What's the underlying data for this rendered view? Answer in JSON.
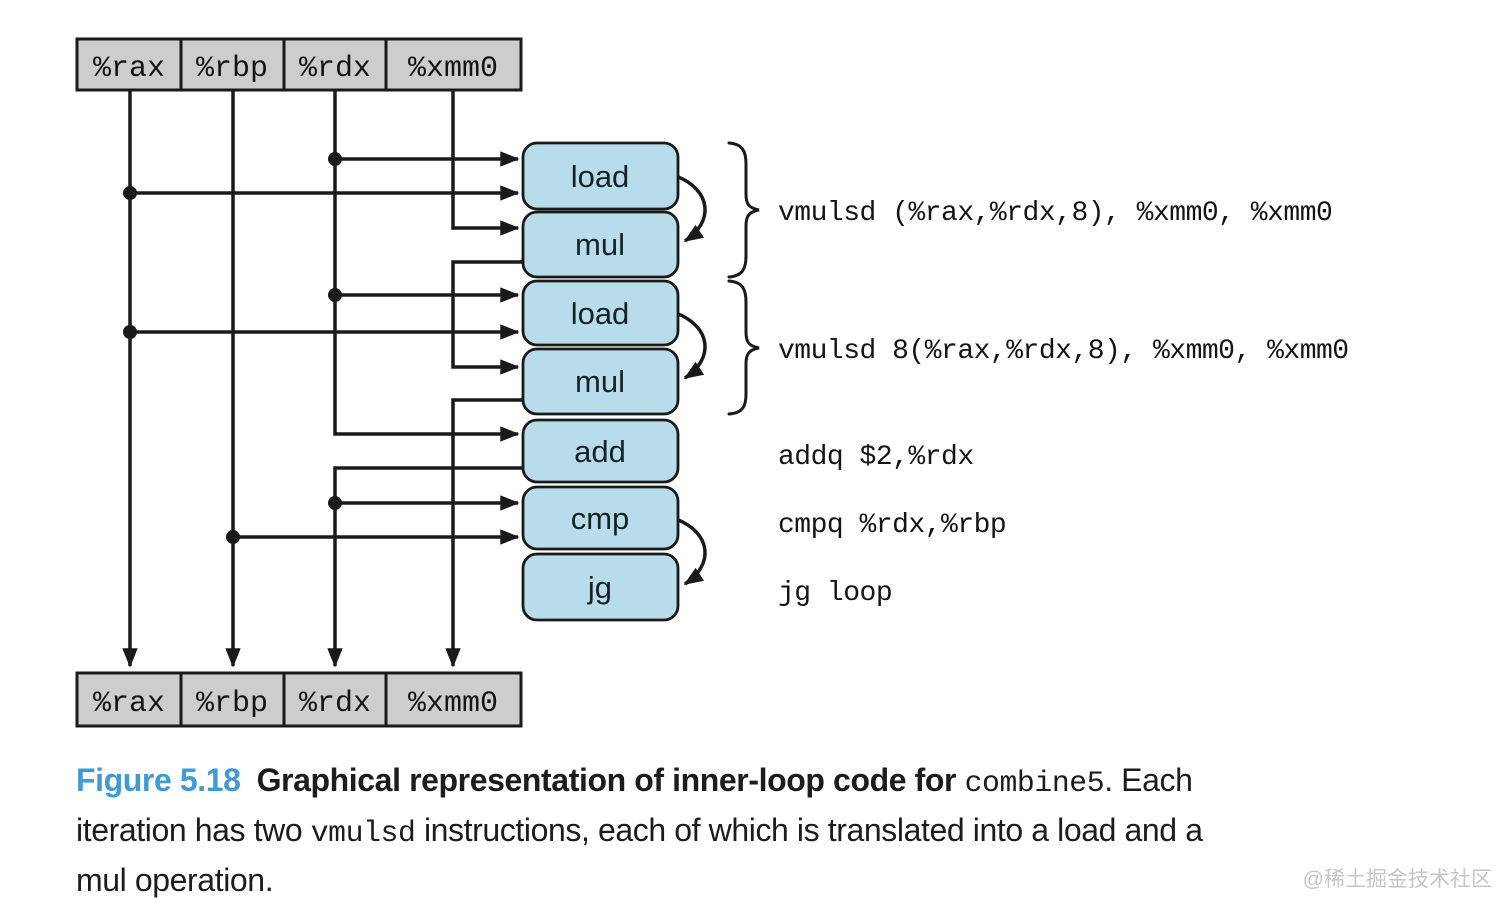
{
  "figure": {
    "registers_top": [
      "%rax",
      "%rbp",
      "%rdx",
      "%xmm0"
    ],
    "registers_bottom": [
      "%rax",
      "%rbp",
      "%rdx",
      "%xmm0"
    ],
    "operations": [
      "load",
      "mul",
      "load",
      "mul",
      "add",
      "cmp",
      "jg"
    ],
    "instructions": [
      "vmulsd (%rax,%rdx,8), %xmm0, %xmm0",
      "vmulsd 8(%rax,%rdx,8), %xmm0, %xmm0",
      "addq $2,%rdx",
      "cmpq %rdx,%rbp",
      "jg loop"
    ],
    "colors": {
      "op_fill": "#b9dcea",
      "register_fill": "#cdcdcd",
      "line": "#1a1a1a",
      "accent_blue": "#3e9bd5"
    }
  },
  "caption": {
    "figure_label": "Figure 5.18",
    "title": "Graphical representation of inner-loop code for",
    "title_code": "combine5",
    "title_tail": ". Each",
    "line2_a": "iteration has two",
    "line2_code": "vmulsd",
    "line2_b": "instructions, each of which is translated into a load and a",
    "line3": "mul operation."
  },
  "watermark": "@稀土掘金技术社区"
}
